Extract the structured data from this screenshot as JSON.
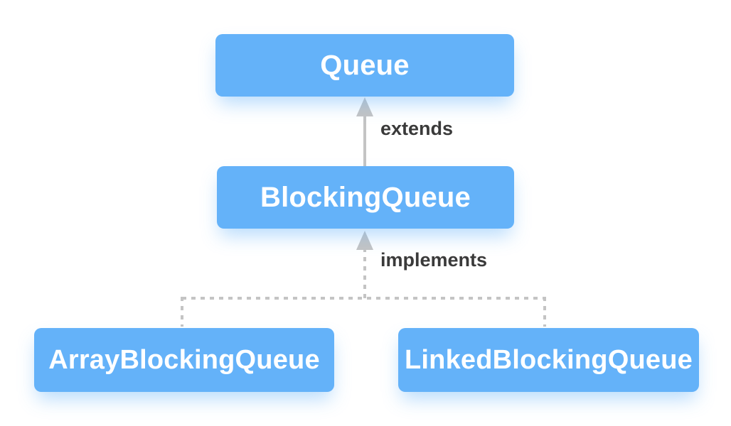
{
  "diagram": {
    "type": "class-hierarchy",
    "nodes": [
      {
        "id": "queue",
        "label": "Queue"
      },
      {
        "id": "blocking-queue",
        "label": "BlockingQueue"
      },
      {
        "id": "array-blocking-queue",
        "label": "ArrayBlockingQueue"
      },
      {
        "id": "linked-blocking-queue",
        "label": "LinkedBlockingQueue"
      }
    ],
    "edges": [
      {
        "from": "BlockingQueue",
        "to": "Queue",
        "label": "extends",
        "style": "solid",
        "arrowhead": "triangle-up"
      },
      {
        "from": "ArrayBlockingQueue",
        "to": "BlockingQueue",
        "label": "implements",
        "style": "dashed",
        "arrowhead": "triangle-up"
      },
      {
        "from": "LinkedBlockingQueue",
        "to": "BlockingQueue",
        "label": "implements",
        "style": "dashed",
        "arrowhead": "triangle-up"
      }
    ],
    "colors": {
      "node_fill": "#64B2F9",
      "node_text": "#FFFFFF",
      "edge": "#C4C4C4",
      "edge_label": "#3A3A3A",
      "background": "#FFFFFF"
    }
  }
}
